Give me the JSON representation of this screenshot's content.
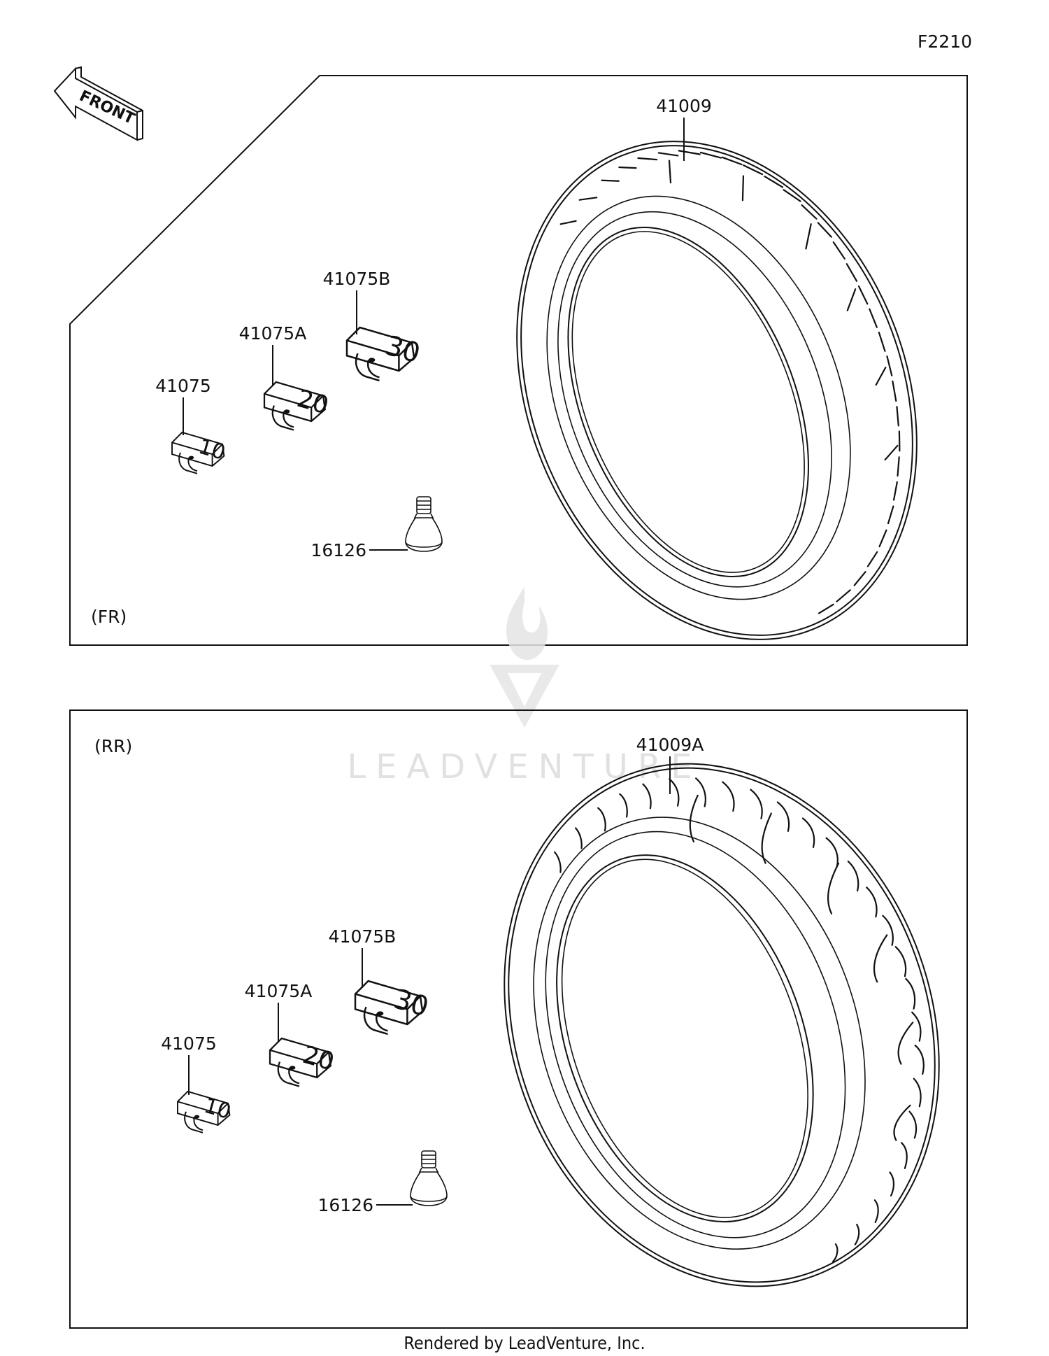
{
  "diagram_code": "F2210",
  "front_arrow_label": "FRONT",
  "watermark": {
    "brand": "LEADVENTURE"
  },
  "footer": "Rendered by LeadVenture, Inc.",
  "panels": {
    "front": {
      "tag": "(FR)",
      "tire_label": "41009",
      "weight_b_label": "41075B",
      "weight_a_label": "41075A",
      "weight_label": "41075",
      "valve_label": "16126",
      "weight_b_mark": "30",
      "weight_a_mark": "20",
      "weight_mark": "10"
    },
    "rear": {
      "tag": "(RR)",
      "tire_label": "41009A",
      "weight_b_label": "41075B",
      "weight_a_label": "41075A",
      "weight_label": "41075",
      "valve_label": "16126",
      "weight_b_mark": "30",
      "weight_a_mark": "20",
      "weight_mark": "10"
    }
  }
}
